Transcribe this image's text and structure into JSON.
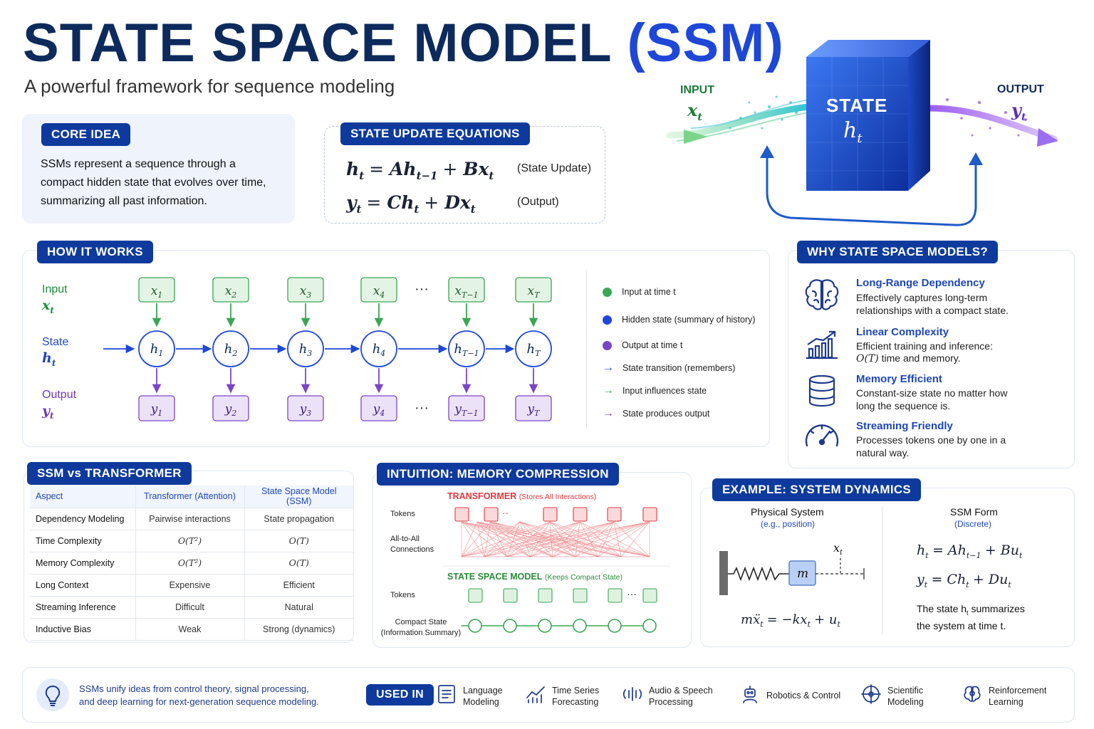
{
  "header": {
    "title_main": "STATE SPACE MODEL",
    "title_accent": "(SSM)",
    "subtitle": "A powerful framework for sequence modeling"
  },
  "core_idea": {
    "tag": "CORE IDEA",
    "text": "SSMs represent a sequence through a compact hidden state that evolves over time, summarizing all past information."
  },
  "equations": {
    "tag": "STATE UPDATE EQUATIONS",
    "items": [
      {
        "lhs": "h",
        "lsub": "t",
        "rhs1": "Ah",
        "rsub1": "t−1",
        "rhs2": "Bx",
        "rsub2": "t",
        "label": "(State Update)"
      },
      {
        "lhs": "y",
        "lsub": "t",
        "rhs1": "Ch",
        "rsub1": "t",
        "rhs2": "Dx",
        "rsub2": "t",
        "label": "(Output)"
      }
    ]
  },
  "hero": {
    "input_label": "INPUT",
    "input_var": "x",
    "input_sub": "t",
    "state_label": "STATE",
    "state_var": "h",
    "state_sub": "t",
    "output_label": "OUTPUT",
    "output_var": "y",
    "output_sub": "t"
  },
  "how": {
    "tag": "HOW IT WORKS",
    "rows": [
      {
        "label": "Input",
        "var": "x",
        "sub": "t"
      },
      {
        "label": "State",
        "var": "h",
        "sub": "t"
      },
      {
        "label": "Output",
        "var": "y",
        "sub": "t"
      }
    ],
    "inputs": [
      {
        "v": "x",
        "s": "1"
      },
      {
        "v": "x",
        "s": "2"
      },
      {
        "v": "x",
        "s": "3"
      },
      {
        "v": "x",
        "s": "4"
      },
      {
        "v": "x",
        "s": "T−1"
      },
      {
        "v": "x",
        "s": "T"
      }
    ],
    "states": [
      {
        "v": "h",
        "s": "1"
      },
      {
        "v": "h",
        "s": "2"
      },
      {
        "v": "h",
        "s": "3"
      },
      {
        "v": "h",
        "s": "4"
      },
      {
        "v": "h",
        "s": "T−1"
      },
      {
        "v": "h",
        "s": "T"
      }
    ],
    "outputs": [
      {
        "v": "y",
        "s": "1"
      },
      {
        "v": "y",
        "s": "2"
      },
      {
        "v": "y",
        "s": "3"
      },
      {
        "v": "y",
        "s": "4"
      },
      {
        "v": "y",
        "s": "T−1"
      },
      {
        "v": "y",
        "s": "T"
      }
    ],
    "ellipsis": "···",
    "legend": [
      {
        "kind": "dot",
        "color": "#3aa655",
        "text": "Input at time t"
      },
      {
        "kind": "dot",
        "color": "#1e47d8",
        "text": "Hidden state (summary of history)"
      },
      {
        "kind": "dot",
        "color": "#7b45c8",
        "text": "Output at time t"
      },
      {
        "kind": "arrow",
        "color": "#1e47d8",
        "text": "State transition (remembers)"
      },
      {
        "kind": "arrow",
        "color": "#3aa655",
        "text": "Input influences state"
      },
      {
        "kind": "arrow",
        "color": "#7b45c8",
        "text": "State produces output"
      }
    ]
  },
  "why": {
    "tag": "WHY STATE SPACE MODELS?",
    "items": [
      {
        "icon": "brain-icon",
        "title": "Long-Range Dependency",
        "desc": "Effectively captures long-term relationships with a compact state."
      },
      {
        "icon": "trend-chart-icon",
        "title": "Linear Complexity",
        "desc": "Efficient training and inference:",
        "desc2_math": "O(T)",
        "desc2": " time and memory."
      },
      {
        "icon": "database-icon",
        "title": "Memory Efficient",
        "desc": "Constant-size state no matter how long the sequence is."
      },
      {
        "icon": "gauge-icon",
        "title": "Streaming Friendly",
        "desc": "Processes tokens one by one in a natural way."
      }
    ]
  },
  "versus": {
    "tag": "SSM vs TRANSFORMER",
    "headers": [
      "Aspect",
      "Transformer (Attention)",
      "State Space Model (SSM)"
    ],
    "rows": [
      [
        "Dependency Modeling",
        "Pairwise interactions",
        "State propagation"
      ],
      [
        "Time Complexity",
        "O(T²)",
        "O(T)"
      ],
      [
        "Memory Complexity",
        "O(T²)",
        "O(T)"
      ],
      [
        "Long Context",
        "Expensive",
        "Efficient"
      ],
      [
        "Streaming Inference",
        "Difficult",
        "Natural"
      ],
      [
        "Inductive Bias",
        "Weak",
        "Strong (dynamics)"
      ]
    ]
  },
  "intuition": {
    "tag": "INTUITION: MEMORY COMPRESSION",
    "transformer_title": "TRANSFORMER",
    "transformer_note": "(Stores All Interactions)",
    "ssm_title": "STATE SPACE MODEL",
    "ssm_note": "(Keeps Compact State)",
    "tokens_label": "Tokens",
    "connections_label_1": "All-to-All",
    "connections_label_2": "Connections",
    "compact_label_1": "Compact State",
    "compact_label_2": "(Information Summary)",
    "dots": "··",
    "ssm_dots": "···"
  },
  "example": {
    "tag": "EXAMPLE: SYSTEM DYNAMICS",
    "left_title": "Physical System",
    "left_sub": "(e.g., position)",
    "mass_label": "m",
    "pos_label": "x",
    "pos_sub": "t",
    "left_eq": "mẍ",
    "left_eq_sub": "t",
    "left_eq_rhs1": "−kx",
    "left_eq_rhs1_sub": "t",
    "left_eq_rhs2": "u",
    "left_eq_rhs2_sub": "t",
    "right_title": "SSM Form",
    "right_sub": "(Discrete)",
    "eq1": {
      "lhs": "h",
      "lsub": "t",
      "r1": "Ah",
      "r1s": "t−1",
      "r2": "Bu",
      "r2s": "t"
    },
    "eq2": {
      "lhs": "y",
      "lsub": "t",
      "r1": "Ch",
      "r1s": "t",
      "r2": "Du",
      "r2s": "t"
    },
    "note_1": "The state h",
    "note_sub": "t",
    "note_2": " summarizes",
    "note_3": "the system at time t."
  },
  "footer": {
    "text_1": "SSMs unify ideas from control theory, signal processing,",
    "text_2": "and deep learning for next-generation sequence modeling.",
    "used_in": "USED IN",
    "apps": [
      {
        "icon": "document-icon",
        "l1": "Language",
        "l2": "Modeling"
      },
      {
        "icon": "line-chart-icon",
        "l1": "Time Series",
        "l2": "Forecasting"
      },
      {
        "icon": "sound-wave-icon",
        "l1": "Audio & Speech",
        "l2": "Processing"
      },
      {
        "icon": "robot-icon",
        "l1": "Robotics & Control",
        "l2": ""
      },
      {
        "icon": "atom-icon",
        "l1": "Scientific",
        "l2": "Modeling"
      },
      {
        "icon": "brain-gear-icon",
        "l1": "Reinforcement",
        "l2": "Learning"
      }
    ]
  },
  "colors": {
    "navy": "#0d2a5c",
    "accent": "#1e47d8",
    "tag": "#0d3a9c",
    "green": "#3aa655",
    "purple": "#7b45c8",
    "red": "#e0393e"
  }
}
